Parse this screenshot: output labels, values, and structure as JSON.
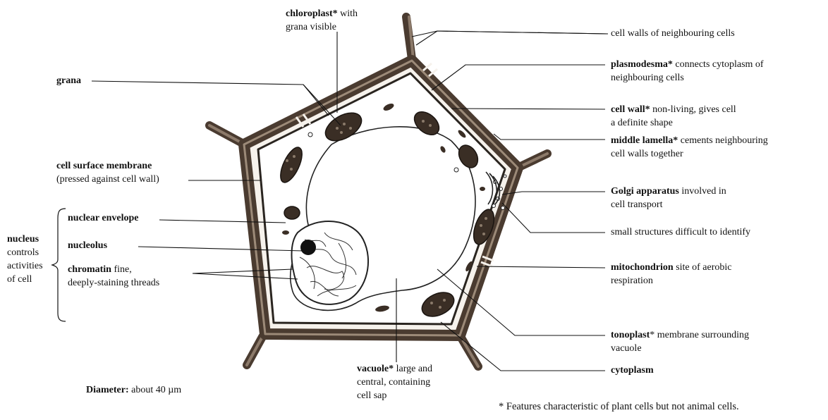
{
  "labels": {
    "chloroplast": {
      "term": "chloroplast*",
      "desc": " with",
      "line2": "grana visible"
    },
    "cell_walls_neighbouring": {
      "desc": "cell walls of neighbouring cells"
    },
    "plasmodesma": {
      "term": "plasmodesma*",
      "desc": " connects cytoplasm of",
      "line2": "neighbouring cells"
    },
    "grana": {
      "term": "grana"
    },
    "cell_wall": {
      "term": "cell wall*",
      "desc": " non-living, gives cell",
      "line2": "a definite shape"
    },
    "middle_lamella": {
      "term": "middle lamella*",
      "desc": " cements neighbouring",
      "line2": "cell walls together"
    },
    "cell_surface_membrane": {
      "term": "cell surface membrane",
      "line2": "(pressed against cell wall)"
    },
    "golgi": {
      "term": "Golgi apparatus",
      "desc": " involved in",
      "line2": "cell transport"
    },
    "small_structures": {
      "desc": "small structures difficult to identify"
    },
    "nuclear_envelope": {
      "term": "nuclear envelope"
    },
    "nucleolus": {
      "term": "nucleolus"
    },
    "chromatin": {
      "term": "chromatin",
      "desc": " fine,",
      "line2": "deeply-staining threads"
    },
    "nucleus": {
      "term": "nucleus",
      "line2": "controls",
      "line3": "activities",
      "line4": "of cell"
    },
    "mitochondrion": {
      "term": "mitochondrion",
      "desc": " site of aerobic",
      "line2": "respiration"
    },
    "tonoplast": {
      "term": "tonoplast",
      "desc": "* membrane surrounding",
      "line2": "vacuole"
    },
    "vacuole": {
      "term": "vacuole*",
      "desc": " large and",
      "line2": "central, containing",
      "line3": "cell sap"
    },
    "cytoplasm": {
      "term": "cytoplasm"
    },
    "diameter": {
      "term": "Diameter:",
      "desc": " about 40 µm"
    },
    "footnote": {
      "desc": "* Features characteristic of plant cells but not animal cells."
    }
  },
  "colors": {
    "wall": "#4a3b30",
    "line": "#111111",
    "organelle": "#3a2e25"
  }
}
